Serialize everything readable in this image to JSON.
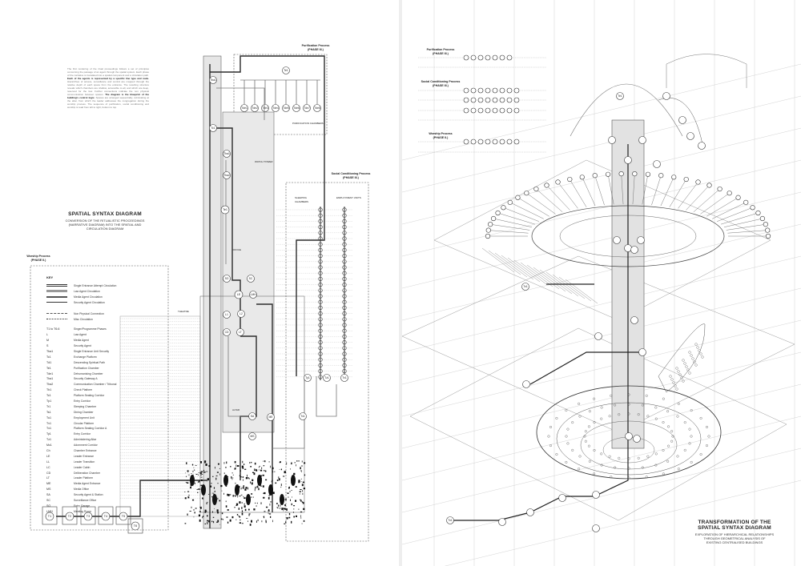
{
  "left_sheet": {
    "title": "SPATIAL SYNTAX DIAGRAM",
    "subtitle": [
      "CONVERSION OF THE RITUALISTIC PROCEEDINGS",
      "(NARRATIVE DIAGRAM) INTO THE SPATIAL AND",
      "CIRCULATION DIAGRAM"
    ],
    "processes": [
      {
        "name": "Purification Process",
        "phase": "(PHASE III.)"
      },
      {
        "name": "Social Conditioning Process",
        "phase": "(PHASE III.)"
      },
      {
        "name": "Worship Process",
        "phase": "(PHASE II.)"
      }
    ],
    "zone_labels": [
      "PURIFICATION CHAMBERS",
      "WATCH TOWER",
      "OFFICE",
      "ALTAR",
      "SLEEPING CHAMBERS",
      "EMPLOYMENT UNITS",
      "THEATRE"
    ],
    "legend_key": "KEY",
    "legend_lines": [
      "Single Entrance Attempt Circulation",
      "Law Agent Circulation",
      "Media Agent Circulation",
      "Security Agent Circulation",
      "",
      "Non Physical Connection",
      "Misc Circulation"
    ],
    "legend_codes": [
      {
        "code": "T1 to T6.6",
        "label": "Singer/Programme Phases"
      },
      {
        "code": "L",
        "label": "Law Agent"
      },
      {
        "code": "M",
        "label": "Media Agent"
      },
      {
        "code": "S",
        "label": "Security Agent"
      },
      {
        "code": "Tba1",
        "label": "Single Entrance Unit Security"
      },
      {
        "code": "Tc1",
        "label": "Exchange Platform"
      },
      {
        "code": "Td1",
        "label": "Descending Spiritual Path"
      },
      {
        "code": "Te1",
        "label": "Purification Chamber"
      },
      {
        "code": "Tde1",
        "label": "Dehumanising Chamber"
      },
      {
        "code": "Tha1",
        "label": "Security Gateway A"
      },
      {
        "code": "Tha2",
        "label": "Communication Chamber / Tribunal"
      },
      {
        "code": "Tb1",
        "label": "Check Platform"
      },
      {
        "code": "Tc1",
        "label": "Platform Seating Corridor"
      },
      {
        "code": "Tp1",
        "label": "Entry Corridor"
      },
      {
        "code": "Tr1",
        "label": "Sleeping Chamber"
      },
      {
        "code": "Ts1",
        "label": "Dining Chamber"
      },
      {
        "code": "Tu1",
        "label": "Employment Unit"
      },
      {
        "code": "Tv1",
        "label": "Circular Platform"
      },
      {
        "code": "Tx1",
        "label": "Platform Seating Corridor A"
      },
      {
        "code": "Ty1",
        "label": "Entry Corridor"
      },
      {
        "code": "Tz1",
        "label": "Administering Altar"
      },
      {
        "code": "Mc1",
        "label": "Adornment Corridor"
      },
      {
        "code": "Ch",
        "label": "Chamber Entrance"
      },
      {
        "code": "LE",
        "label": "Leader Entrance"
      },
      {
        "code": "LL",
        "label": "Leader Transition"
      },
      {
        "code": "LC",
        "label": "Leader Cabin"
      },
      {
        "code": "CD",
        "label": "Deliberation Chamber"
      },
      {
        "code": "LT",
        "label": "Leader Platform"
      },
      {
        "code": "ME",
        "label": "Media Agent Entrance"
      },
      {
        "code": "MS",
        "label": "Media Office"
      },
      {
        "code": "SA",
        "label": "Security Agent & Station"
      },
      {
        "code": "SC",
        "label": "Surveillance Office"
      },
      {
        "code": "SO",
        "label": "Entry Garage"
      },
      {
        "code": "LMH",
        "label": "Meeting Room"
      }
    ]
  },
  "right_sheet": {
    "title_lines": [
      "TRANSFORMATION OF THE",
      "SPATIAL SYNTAX DIAGRAM"
    ],
    "subtitle": [
      "EXPLORATION OF HIERARCHICAL RELATIONSHIPS",
      "THROUGH GEOMETRICAL ANALYSIS OF",
      "EXISTING CENTRALISED BUILDINGS"
    ],
    "processes": [
      {
        "name": "Purification Process",
        "phase": "(PHASE III.)",
        "rows": 2
      },
      {
        "name": "Social Conditioning Process",
        "phase": "(PHASE III.)",
        "rows": 4
      },
      {
        "name": "Worship Process",
        "phase": "(PHASE II.)",
        "rows": 2
      }
    ]
  },
  "node_labels_left": [
    "T1",
    "T2",
    "T3",
    "T4",
    "T5",
    "T6",
    "Tba1",
    "Tc1",
    "Tha1",
    "Tha2",
    "Tde1",
    "Tde2",
    "Tde3",
    "Tde4",
    "Tde5",
    "Tde6",
    "Tde7",
    "Tde8",
    "Te1",
    "SO",
    "SC",
    "LE",
    "L1",
    "L2",
    "CD",
    "LMH",
    "LT",
    "SA",
    "MS",
    "ME",
    "Tx1",
    "Ty1",
    "Tz1",
    "Tv1",
    "Tr1",
    "Ts1",
    "Tp1"
  ],
  "colors": {
    "line": "#3a3a3a",
    "light_line": "#9a9a9a",
    "zone_fill": "#e4e4e4",
    "accent": "#222222"
  }
}
